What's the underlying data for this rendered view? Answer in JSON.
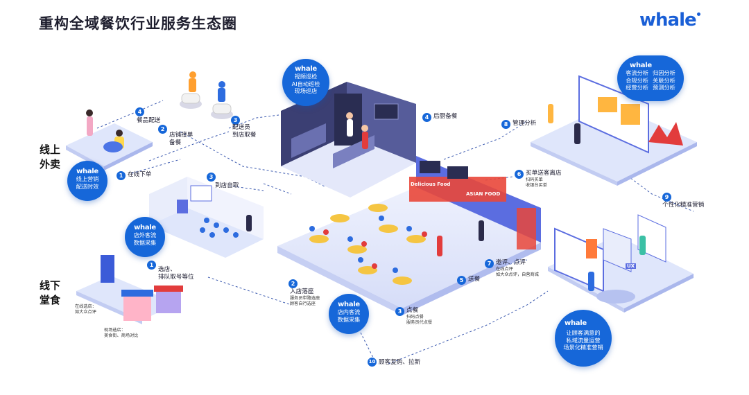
{
  "title": "重构全域餐饮行业服务生态圈",
  "brand": "whale",
  "side_labels": {
    "online": [
      "线上",
      "外卖"
    ],
    "offline": [
      "线下",
      "堂食"
    ]
  },
  "bubbles": {
    "kitchen": [
      "视频巡检",
      "AI自动巡检",
      "现场巡店"
    ],
    "delivery": [
      "线上营销",
      "配送时效"
    ],
    "offline_flow": [
      "店外客流",
      "数据采集"
    ],
    "instore_flow": [
      "店内客流",
      "数据采集"
    ],
    "analytics": [
      "客流分析",
      "归因分析",
      "合规分析",
      "关联分析",
      "经营分析",
      "预测分析"
    ],
    "private": [
      "让顾客满意的",
      "私域流量运营",
      "场景化精准营销"
    ]
  },
  "steps": {
    "online": [
      {
        "num": "1",
        "label": "在线下单"
      },
      {
        "num": "2",
        "label": "店铺接单\n备餐"
      },
      {
        "num": "3",
        "label": "配送员\n到店取餐"
      },
      {
        "num": "4",
        "label": "餐品配送"
      },
      {
        "num": "3",
        "label": "到店自取"
      }
    ],
    "offline": [
      {
        "num": "1",
        "label": "选店、\n排队取号等位"
      },
      {
        "num": "2",
        "label": "入店落座",
        "sub": "服务员带路选座\n顾客自行选座"
      },
      {
        "num": "3",
        "label": "点餐",
        "sub": "扫码点餐\n服务员代点餐"
      },
      {
        "num": "4",
        "label": "后厨备餐"
      },
      {
        "num": "5",
        "label": "送餐"
      },
      {
        "num": "6",
        "label": "买单送客离店",
        "sub": "扫码买单\n收银台买单"
      },
      {
        "num": "7",
        "label": "邀评、点评",
        "sub": "在线点评\n如大众点评，自营商城"
      },
      {
        "num": "8",
        "label": "管理分析"
      },
      {
        "num": "9",
        "label": "个性化精准营销"
      },
      {
        "num": "10",
        "label": "顾客复购、拉新"
      }
    ]
  },
  "notes": {
    "online_select": "在线选店：\n如大众点评",
    "onsite_select": "现场选店：\n美食街、商场对比"
  },
  "scene_text": {
    "counter_a": "Delicious Food",
    "counter_b": "ASIAN FOOD",
    "screen_tag": "UX"
  },
  "colors": {
    "accent": "#1667d9",
    "floor": "#dfe6fb",
    "wall": "#5b6de0",
    "kitchen_wall": "#3b3f73",
    "dash": "#3d5bb0"
  }
}
